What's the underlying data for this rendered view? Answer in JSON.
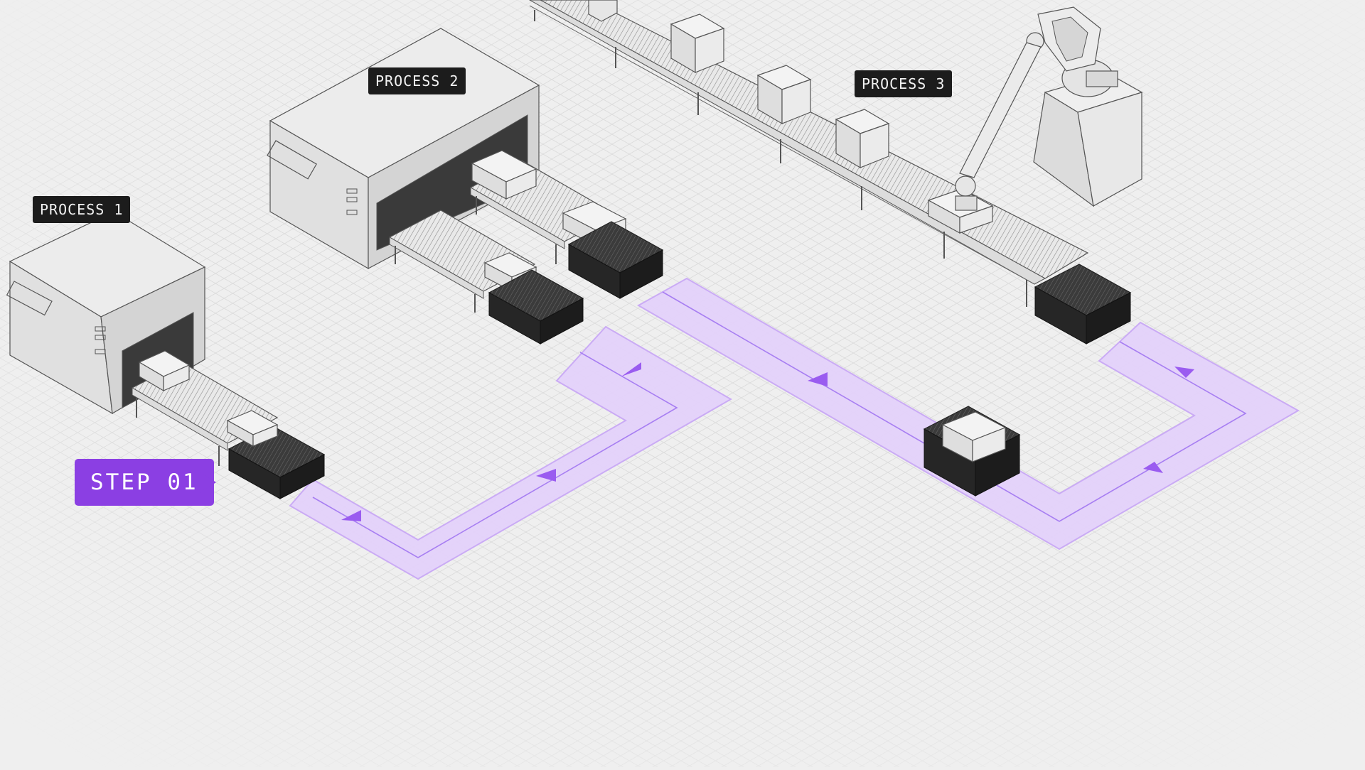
{
  "labels": {
    "process_1": "PROCESS 1",
    "process_2": "PROCESS 2",
    "process_3": "PROCESS 3",
    "step": "STEP 01"
  },
  "colors": {
    "background": "#efefef",
    "grid": "#dcdcdc",
    "path_fill": "#e4d2fb",
    "path_line": "#a77ef2",
    "arrow": "#9a5cf0",
    "accent": "#8b3fe3",
    "label_bg": "#1c1c1c",
    "machine_light": "#e3e3e3",
    "machine_mid": "#d2d2d2",
    "robot_dark": "#262626"
  }
}
